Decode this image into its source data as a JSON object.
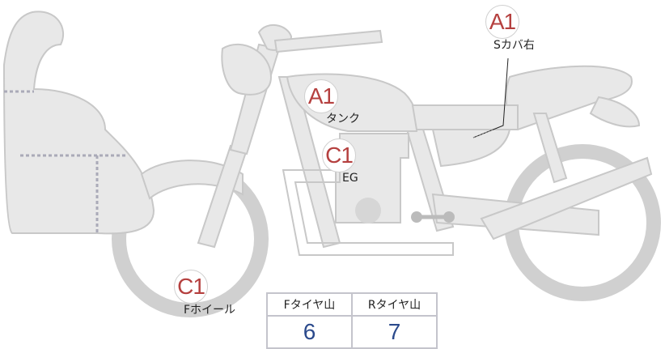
{
  "parts": [
    {
      "id": "side-cover-right",
      "grade": "A1",
      "label": "Sカバ右"
    },
    {
      "id": "tank",
      "grade": "A1",
      "label": "タンク"
    },
    {
      "id": "engine",
      "grade": "C1",
      "label": "EG"
    },
    {
      "id": "front-wheel",
      "grade": "C1",
      "label": "Fホイール"
    }
  ],
  "tires": {
    "front_label": "Fタイヤ山",
    "rear_label": "Rタイヤ山",
    "front_value": "6",
    "rear_value": "7"
  },
  "colors": {
    "grade_text": "#b5403f",
    "tire_value": "#2b4a8c",
    "body_fill": "#e8e8e8",
    "body_stroke": "#c8c8c8"
  }
}
